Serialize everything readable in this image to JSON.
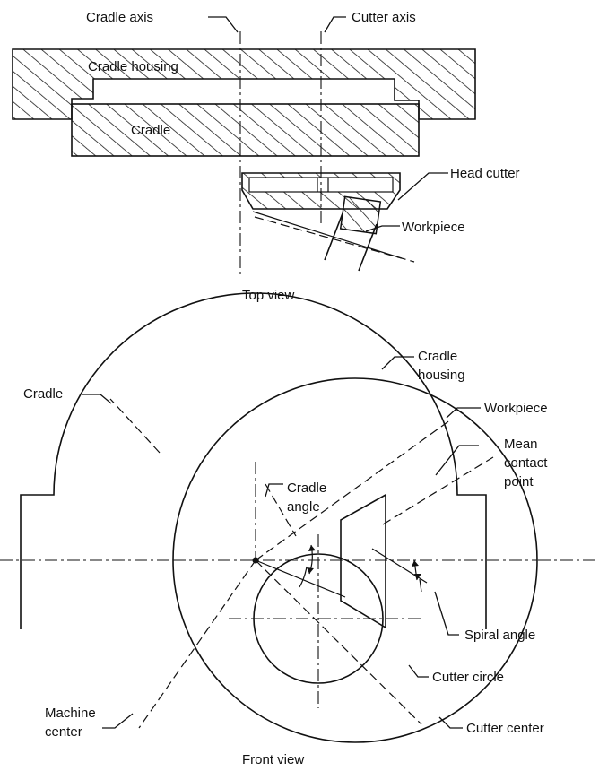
{
  "top_view": {
    "caption": "Top view",
    "labels": {
      "cradle_axis": "Cradle axis",
      "cutter_axis": "Cutter axis",
      "cradle_housing": "Cradle housing",
      "cradle": "Cradle",
      "head_cutter": "Head cutter",
      "workpiece": "Workpiece"
    }
  },
  "front_view": {
    "caption": "Front view",
    "labels": {
      "cradle": "Cradle",
      "cradle_housing_1": "Cradle",
      "cradle_housing_2": "housing",
      "workpiece": "Workpiece",
      "mean_contact_1": "Mean",
      "mean_contact_2": "contact",
      "mean_contact_3": "point",
      "cradle_angle_1": "Cradle",
      "cradle_angle_2": "angle",
      "spiral_angle": "Spiral angle",
      "cutter_circle": "Cutter circle",
      "cutter_center": "Cutter center",
      "machine_center_1": "Machine",
      "machine_center_2": "center"
    }
  }
}
